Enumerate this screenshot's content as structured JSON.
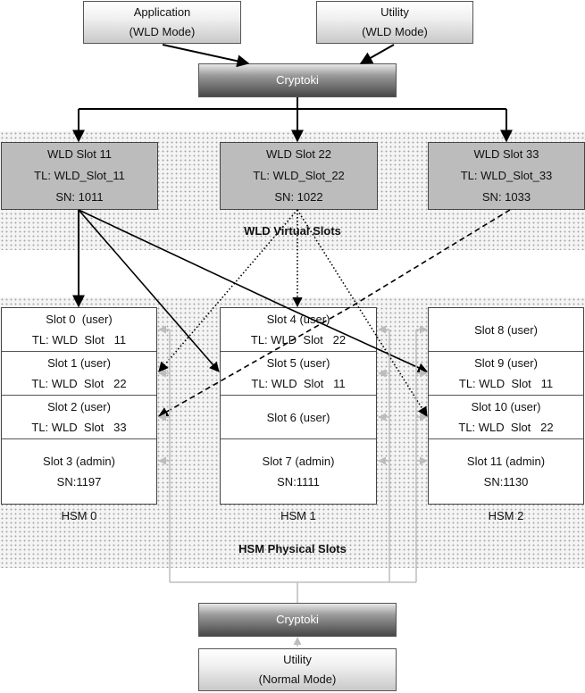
{
  "top": {
    "application": {
      "line1": "Application",
      "line2": "(WLD Mode)"
    },
    "utility": {
      "line1": "Utility",
      "line2": "(WLD Mode)"
    },
    "cryptoki": "Cryptoki"
  },
  "virtual": {
    "title": "WLD Virtual Slots",
    "slots": [
      {
        "name": "WLD Slot 11",
        "tl": "TL: WLD_Slot_11",
        "sn": "SN: 1011"
      },
      {
        "name": "WLD Slot 22",
        "tl": "TL: WLD_Slot_22",
        "sn": "SN: 1022"
      },
      {
        "name": "WLD Slot 33",
        "tl": "TL: WLD_Slot_33",
        "sn": "SN: 1033"
      }
    ]
  },
  "physical": {
    "title": "HSM Physical Slots",
    "hsms": [
      {
        "label": "HSM 0",
        "slots": [
          {
            "line1": "Slot 0  (user)",
            "line2": "TL: WLD  Slot   11"
          },
          {
            "line1": "Slot 1 (user)",
            "line2": "TL: WLD  Slot   22"
          },
          {
            "line1": "Slot 2 (user)",
            "line2": "TL: WLD  Slot   33"
          },
          {
            "line1": "Slot 3 (admin)",
            "line2": "SN:1197"
          }
        ]
      },
      {
        "label": "HSM 1",
        "slots": [
          {
            "line1": "Slot 4 (user)",
            "line2": "TL: WLD  Slot   22"
          },
          {
            "line1": "Slot 5 (user)",
            "line2": "TL: WLD  Slot   11"
          },
          {
            "line1": "Slot 6 (user)",
            "line2": ""
          },
          {
            "line1": "Slot 7 (admin)",
            "line2": "SN:1111"
          }
        ]
      },
      {
        "label": "HSM 2",
        "slots": [
          {
            "line1": "Slot 8 (user)",
            "line2": ""
          },
          {
            "line1": "Slot 9 (user)",
            "line2": "TL: WLD  Slot   11"
          },
          {
            "line1": "Slot 10 (user)",
            "line2": "TL: WLD  Slot   22"
          },
          {
            "line1": "Slot 11 (admin)",
            "line2": "SN:1130"
          }
        ]
      }
    ]
  },
  "bottom": {
    "cryptoki": "Cryptoki",
    "utility": {
      "line1": "Utility",
      "line2": "(Normal Mode)"
    }
  },
  "colors": {
    "wld_box": "#bcbcbc",
    "dotted_band": "#f4f4f4",
    "gray_wire": "#bdbdbd"
  }
}
